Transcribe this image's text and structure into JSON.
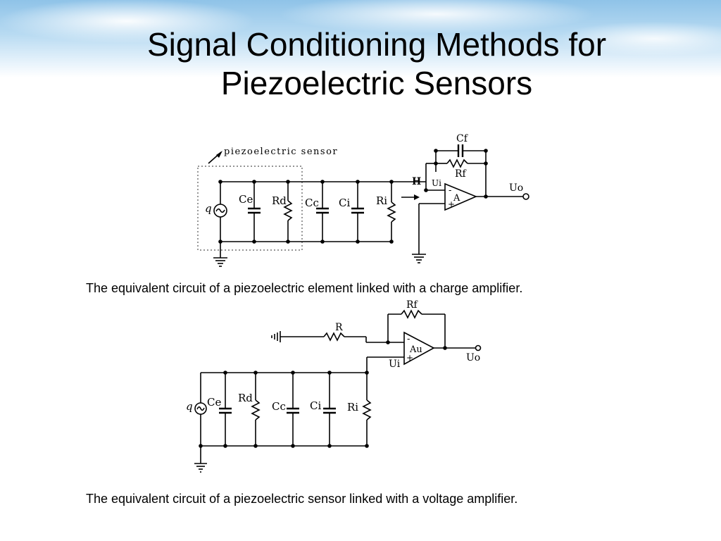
{
  "title": "Signal Conditioning Methods for Piezoelectric Sensors",
  "diagram1": {
    "caption": "The equivalent circuit of a piezoelectric element linked with a charge amplifier.",
    "sensor_label": "piezoelectric sensor",
    "labels": {
      "q": "q",
      "ce": "Ce",
      "rd": "Rd",
      "cc": "Cc",
      "ci": "Ci",
      "ri": "Ri",
      "h": "H",
      "ui": "Ui",
      "a": "A",
      "uo": "Uo",
      "cf": "Cf",
      "rf": "Rf",
      "minus": "-",
      "plus": "+"
    }
  },
  "diagram2": {
    "caption": "The equivalent circuit of a piezoelectric sensor linked with a voltage amplifier.",
    "labels": {
      "q": "q",
      "ce": "Ce",
      "rd": "Rd",
      "cc": "Cc",
      "ci": "Ci",
      "ri": "Ri",
      "r": "R",
      "rf": "Rf",
      "au": "Au",
      "ui": "Ui",
      "uo": "Uo",
      "minus": "-",
      "plus": "+"
    }
  }
}
